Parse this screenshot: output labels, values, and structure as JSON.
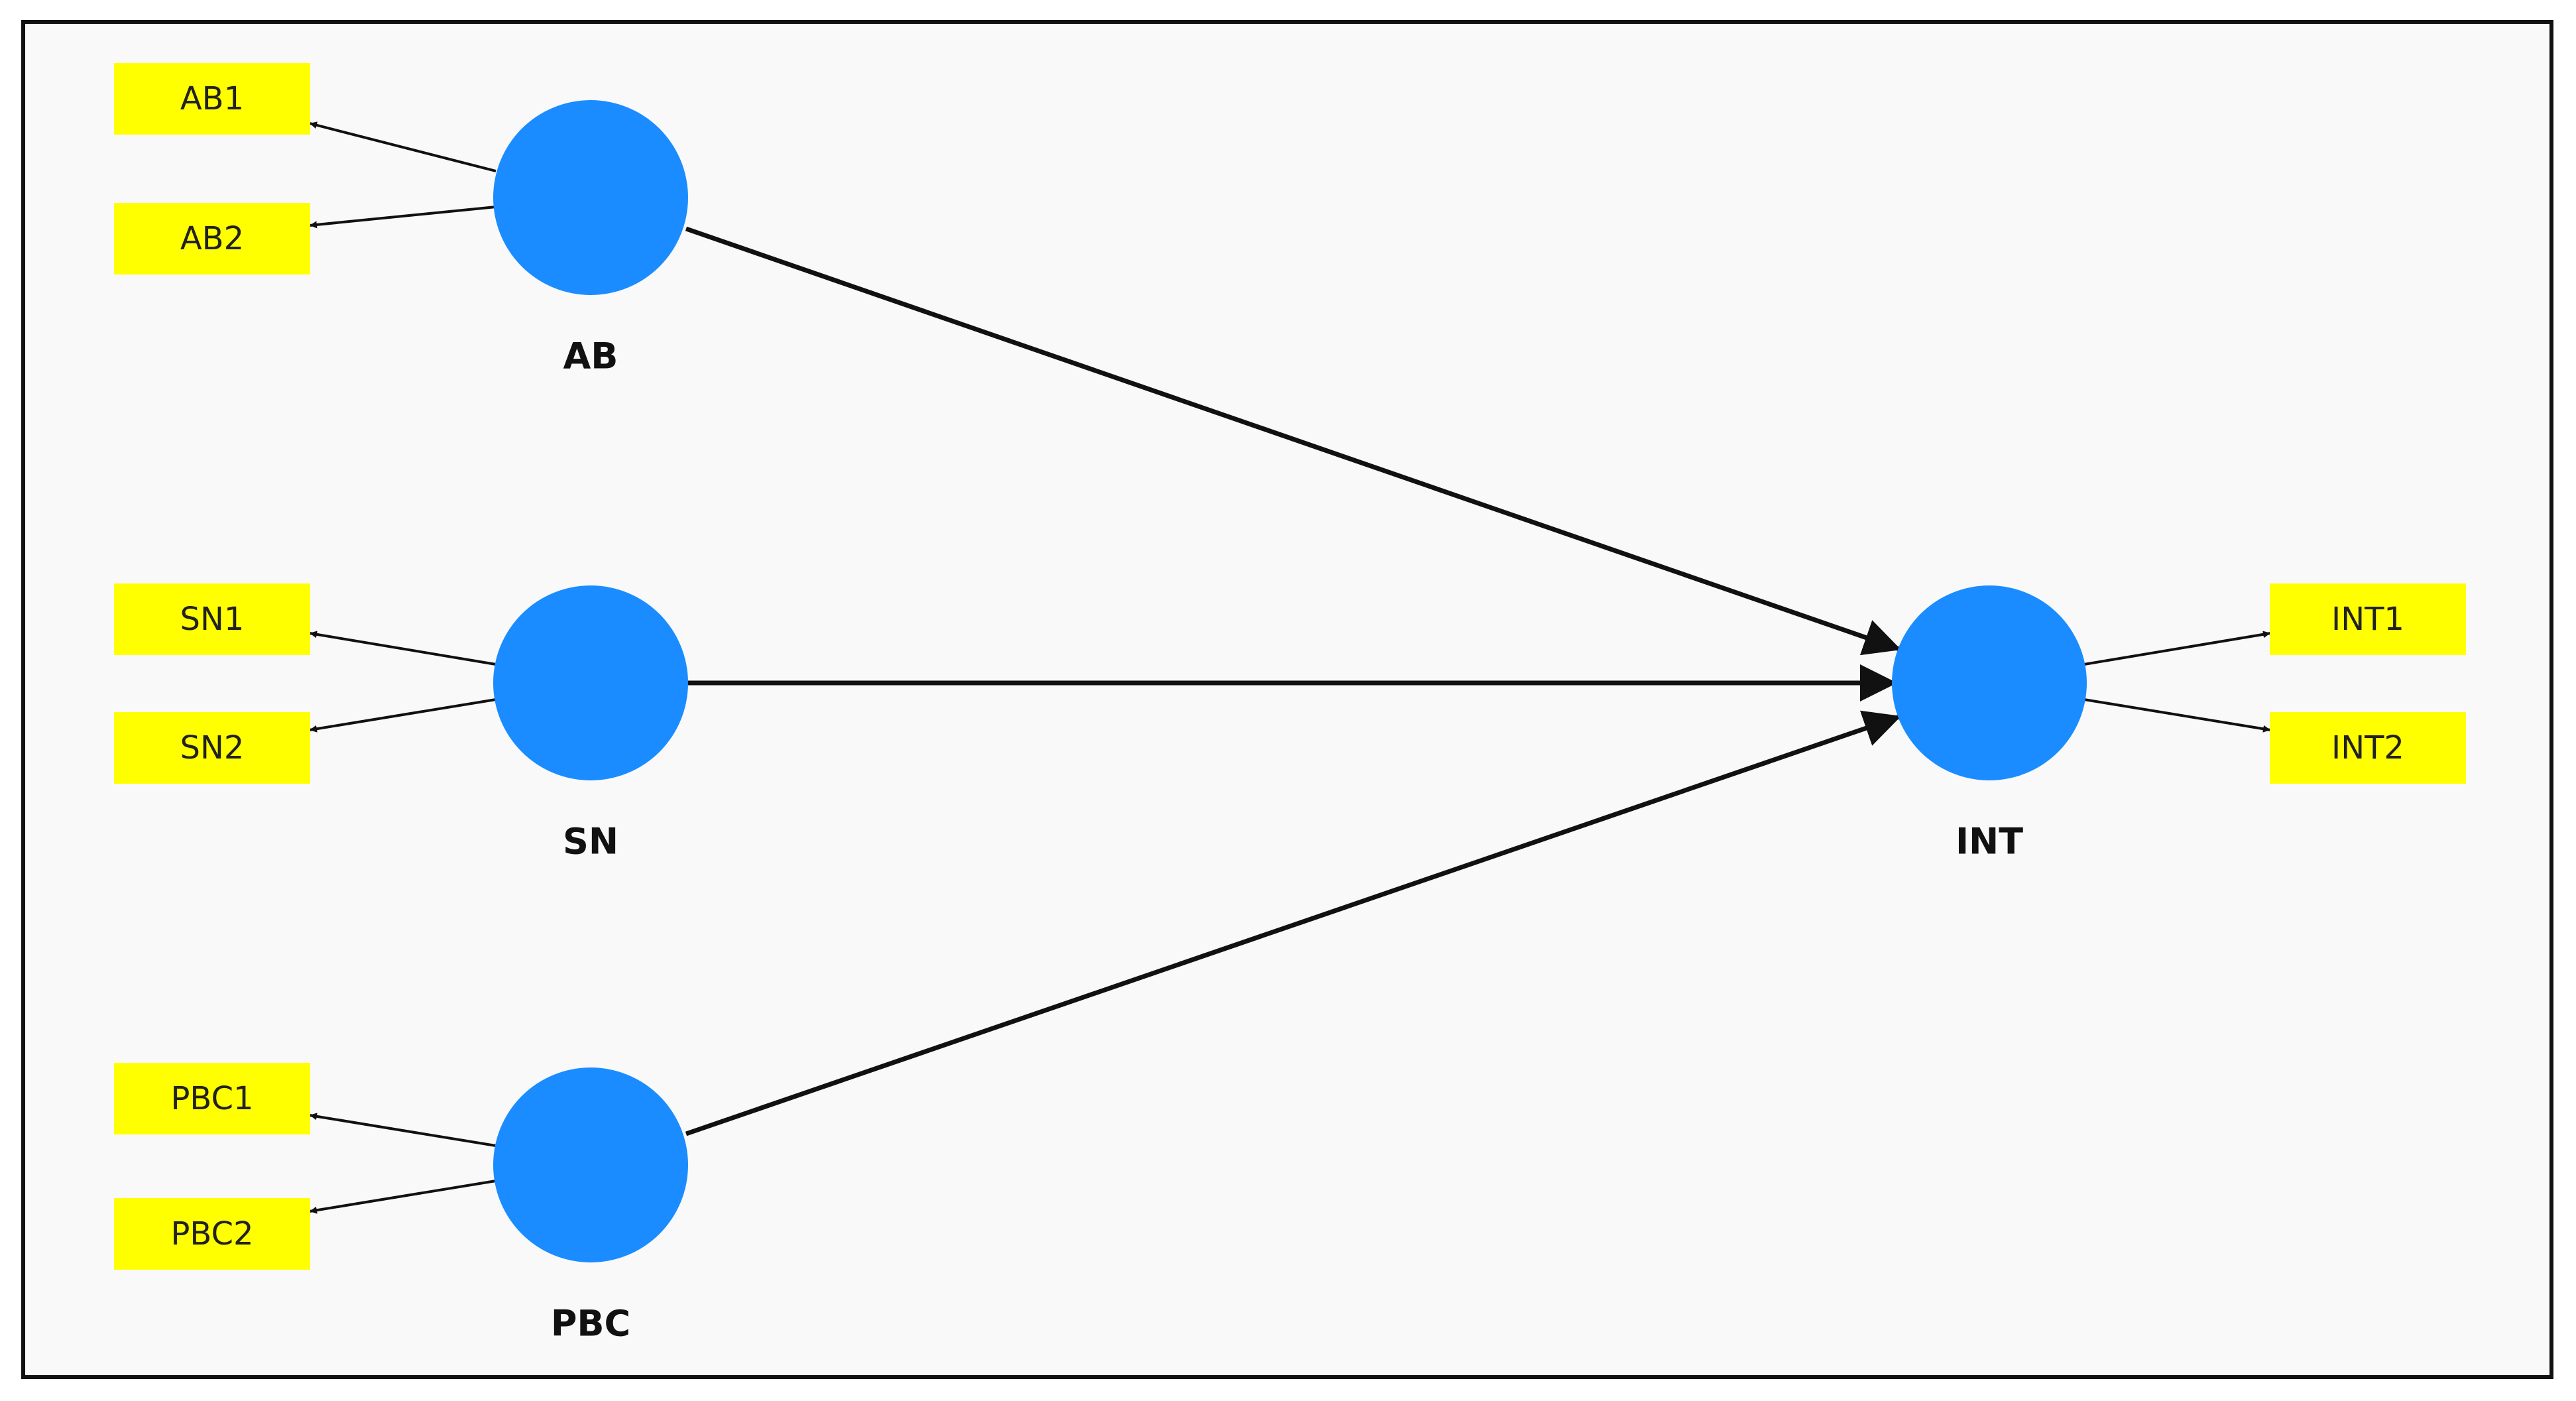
{
  "diagram": {
    "colors": {
      "construct_fill": "#1a8cff",
      "indicator_fill": "#ffff00",
      "edge": "#111111",
      "background": "#f9f9f9"
    },
    "constructs": [
      {
        "id": "AB",
        "label": "AB",
        "indicators": [
          "AB1",
          "AB2"
        ]
      },
      {
        "id": "SN",
        "label": "SN",
        "indicators": [
          "SN1",
          "SN2"
        ]
      },
      {
        "id": "PBC",
        "label": "PBC",
        "indicators": [
          "PBC1",
          "PBC2"
        ]
      },
      {
        "id": "INT",
        "label": "INT",
        "indicators": [
          "INT1",
          "INT2"
        ]
      }
    ],
    "indicators": {
      "AB1": "AB1",
      "AB2": "AB2",
      "SN1": "SN1",
      "SN2": "SN2",
      "PBC1": "PBC1",
      "PBC2": "PBC2",
      "INT1": "INT1",
      "INT2": "INT2"
    },
    "structural_paths": [
      {
        "from": "AB",
        "to": "INT"
      },
      {
        "from": "SN",
        "to": "INT"
      },
      {
        "from": "PBC",
        "to": "INT"
      }
    ],
    "measurement_paths": [
      {
        "from": "AB",
        "to": "AB1"
      },
      {
        "from": "AB",
        "to": "AB2"
      },
      {
        "from": "SN",
        "to": "SN1"
      },
      {
        "from": "SN",
        "to": "SN2"
      },
      {
        "from": "PBC",
        "to": "PBC1"
      },
      {
        "from": "PBC",
        "to": "PBC2"
      },
      {
        "from": "INT",
        "to": "INT1"
      },
      {
        "from": "INT",
        "to": "INT2"
      }
    ]
  }
}
